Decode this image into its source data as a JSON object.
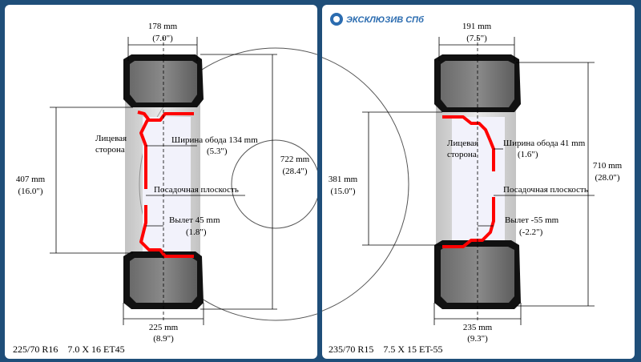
{
  "brand": {
    "logo_text": "ЭКСКЛЮЗИВ СПб"
  },
  "left": {
    "width_mm": "178 mm",
    "width_in": "(7.0\")",
    "rim_diam_mm": "407 mm",
    "rim_diam_in": "(16.0\")",
    "face_label_1": "Лицевая",
    "face_label_2": "сторона",
    "rim_width_label": "Ширина обода 134 mm",
    "rim_width_in": "(5.3\")",
    "mount_plane": "Посадочная плоскость",
    "offset_label": "Вылет 45 mm",
    "offset_in": "(1.8\")",
    "outer_diam_mm": "722 mm",
    "outer_diam_in": "(28.4\")",
    "tire_width_mm": "225 mm",
    "tire_width_in": "(8.9\")",
    "caption": "225/70 R16    7.0 X 16 ET45"
  },
  "right": {
    "width_mm": "191 mm",
    "width_in": "(7.5\")",
    "rim_diam_mm": "381 mm",
    "rim_diam_in": "(15.0\")",
    "face_label_1": "Лицевая",
    "face_label_2": "сторона",
    "rim_width_label": "Ширина обода 41 mm",
    "rim_width_in": "(1.6\")",
    "mount_plane": "Посадочная плоскость",
    "offset_label": "Вылет -55 mm",
    "offset_in": "(-2.2\")",
    "outer_diam_mm": "710 mm",
    "outer_diam_in": "(28.0\")",
    "tire_width_mm": "235 mm",
    "tire_width_in": "(9.3\")",
    "caption": "235/70 R15    7.5 X 15 ET-55"
  },
  "colors": {
    "background": "#1f4e79",
    "rim": "#ff0000",
    "tire": "#5a5a5a",
    "tread": "#111111"
  }
}
